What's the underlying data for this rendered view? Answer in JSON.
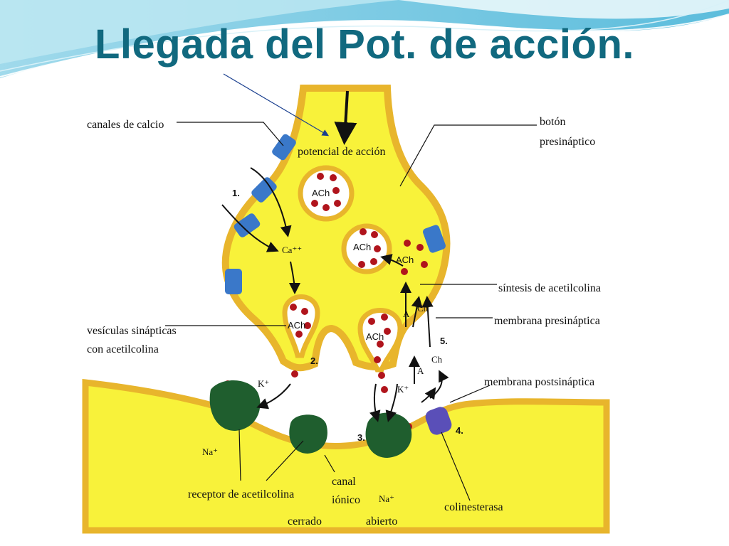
{
  "slide": {
    "title": "Llegada del Pot. de acción."
  },
  "colors": {
    "title": "#11697f",
    "cell_fill": "#f8f23a",
    "membrane": "#e8b52c",
    "channel_blue": "#3a78c9",
    "receptor_green": "#1f5e2e",
    "molecule_red": "#b0141c",
    "cholinesterase": "#5a4fb8"
  },
  "diagram": {
    "labels": {
      "calcium_channels": "canales de calcio",
      "action_potential": "potencial de acción",
      "presynaptic_bouton_1": "botón",
      "presynaptic_bouton_2": "presináptico",
      "ach_synthesis": "síntesis de acetilcolina",
      "presynaptic_membrane": "membrana presináptica",
      "vesicles_1": "vesículas sinápticas",
      "vesicles_2": "con acetilcolina",
      "postsynaptic_membrane": "membrana postsináptica",
      "ach_receptor": "receptor de acetilcolina",
      "ion_channel_1": "canal",
      "ion_channel_2": "iónico",
      "closed": "cerrado",
      "open": "abierto",
      "cholinesterase": "colinesterasa"
    },
    "molecules": {
      "ach": "ACh",
      "calcium": "Ca⁺⁺",
      "potassium": "K⁺",
      "sodium": "Na⁺",
      "acetate": "A",
      "choline": "Ch"
    },
    "steps": [
      "1.",
      "2.",
      "3.",
      "4.",
      "5."
    ]
  }
}
